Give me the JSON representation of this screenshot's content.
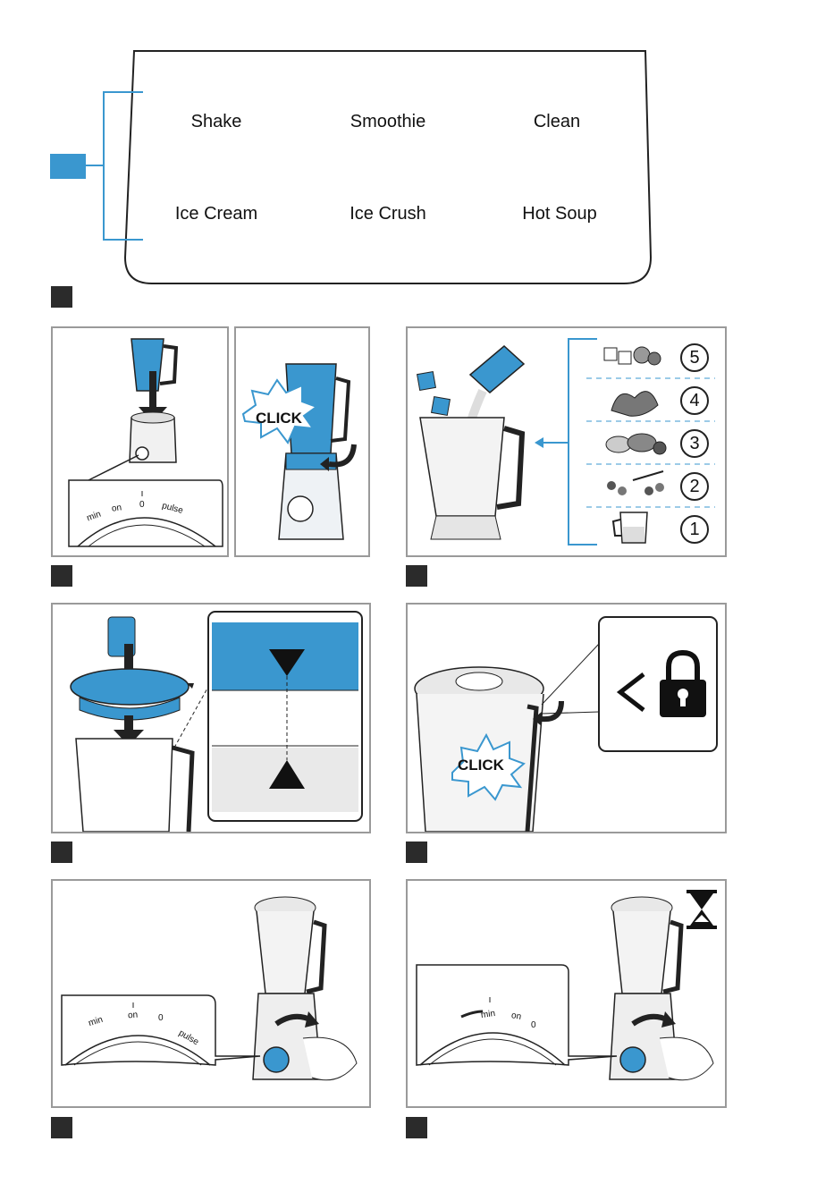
{
  "program_panel": {
    "programs": [
      {
        "label": "Shake"
      },
      {
        "label": "Smoothie"
      },
      {
        "label": "Clean"
      },
      {
        "label": "Ice Cream"
      },
      {
        "label": "Ice Crush"
      },
      {
        "label": "Hot Soup"
      }
    ]
  },
  "labels": {
    "click": "CLICK",
    "dial_min": "min",
    "dial_on": "on",
    "dial_zero": "0",
    "dial_pulse": "pulse"
  },
  "fill_order": [
    "5",
    "4",
    "3",
    "2",
    "1"
  ],
  "fill_order_icons": [
    "frozen-fruit-icon",
    "leafy-greens-icon",
    "vegetables-icon",
    "seeds-powder-icon",
    "liquid-cup-icon"
  ],
  "colors": {
    "accent_blue": "#3a97cf",
    "step_marker": "#2b2b2b",
    "panel_border": "#9a9a9a"
  }
}
